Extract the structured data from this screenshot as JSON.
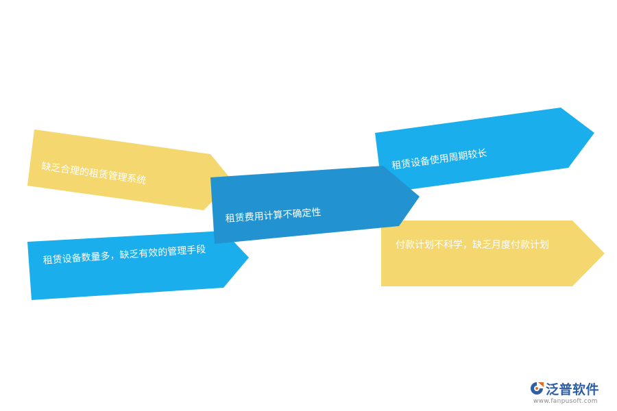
{
  "colors": {
    "yellow": "#f5d76f",
    "light_blue": "#1aaeec",
    "mid_blue": "#2292d1",
    "text": "#ffffff",
    "brand": "#2d5fa4"
  },
  "arrows": [
    {
      "label": "缺乏合理的租赁管理系统",
      "color": "yellow"
    },
    {
      "label": "租赁设备数量多，缺乏有效的管理手段",
      "color": "light_blue"
    },
    {
      "label": "租赁费用计算不确定性",
      "color": "mid_blue"
    },
    {
      "label": "租赁设备使用周期较长",
      "color": "light_blue"
    },
    {
      "label": "付款计划不科学，缺乏月度付款计划",
      "color": "yellow"
    }
  ],
  "logo": {
    "name": "泛普软件",
    "url": "www.fanpusoft.com",
    "icon": "fanpu-logo-icon"
  }
}
